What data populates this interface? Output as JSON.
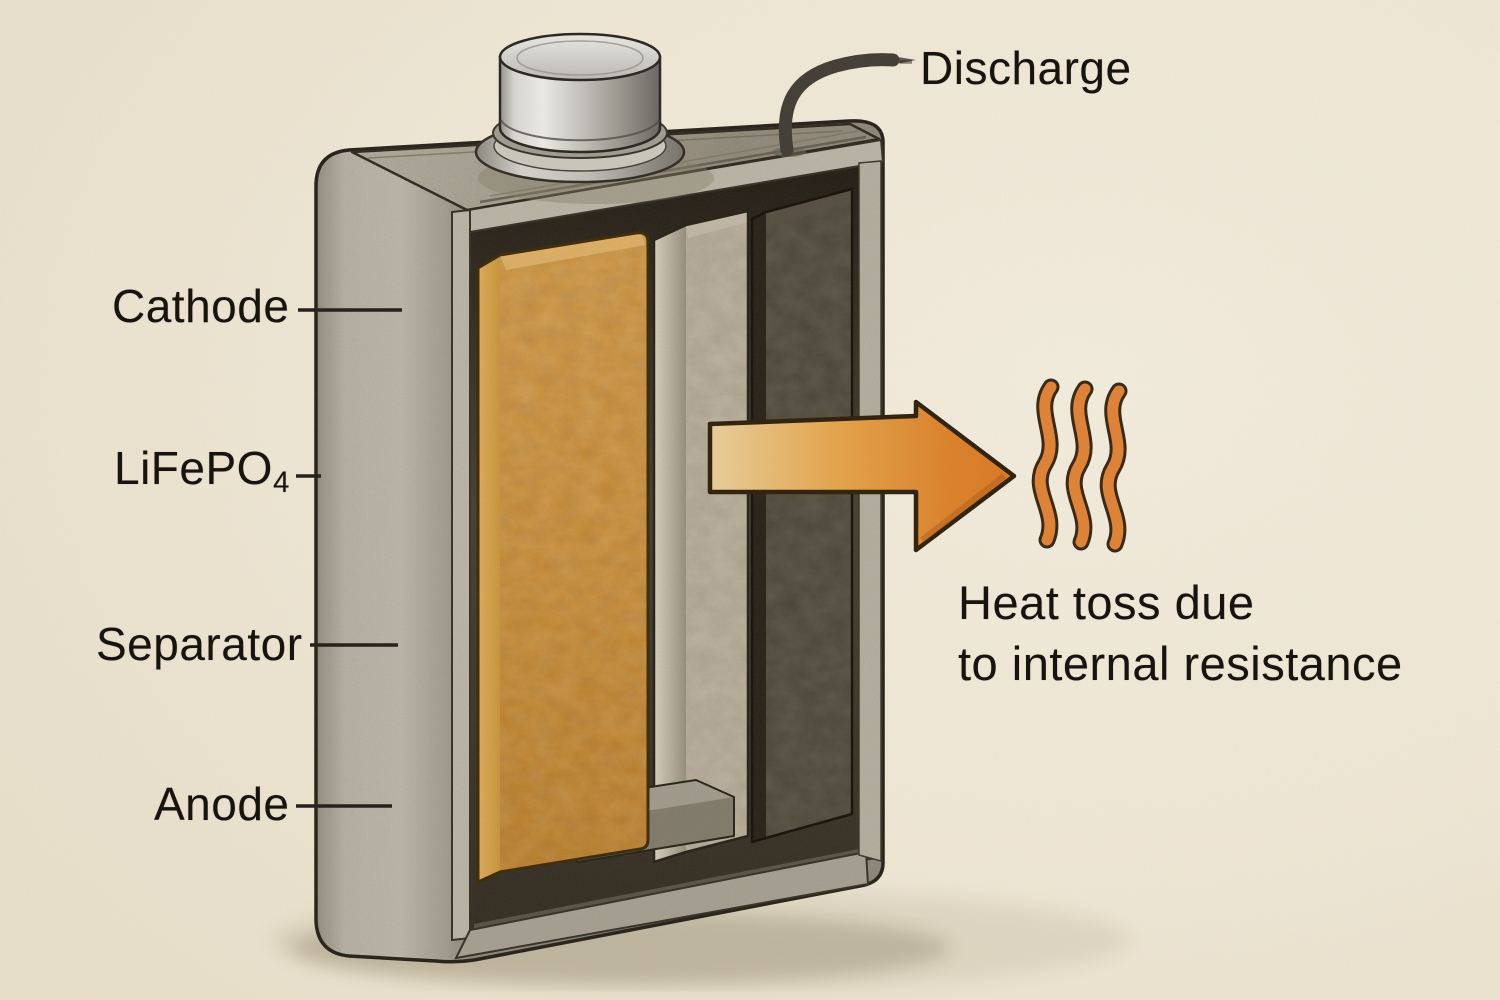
{
  "diagram": {
    "labels": {
      "discharge": "Discharge",
      "cathode": "Cathode",
      "chemistry_main": "LiFePO",
      "chemistry_sub": "4",
      "separator": "Separator",
      "anode": "Anode"
    },
    "annotation": {
      "heat_line1": "Heat toss due",
      "heat_line2": "to internal resistance"
    },
    "icons": {
      "heat_arrow": "right-arrow-icon",
      "heat_waves": "heat-waves-icon",
      "terminal": "battery-terminal-icon",
      "wire": "discharge-wire-icon"
    },
    "colors": {
      "background": "#f4edda",
      "case_metal": "#b6b3a8",
      "cathode_orange": "#e29d3c",
      "cathode_orange_light": "#f0bd68",
      "separator_gray": "#b5ad9c",
      "anode_dark": "#4c473c",
      "arrow_gradient_start": "#eed3a0",
      "arrow_gradient_end": "#de7d27",
      "heat_wave_orange": "#e4873a",
      "wire_dark": "#46423b",
      "leader_line": "#26231f",
      "text": "#17140f"
    }
  }
}
